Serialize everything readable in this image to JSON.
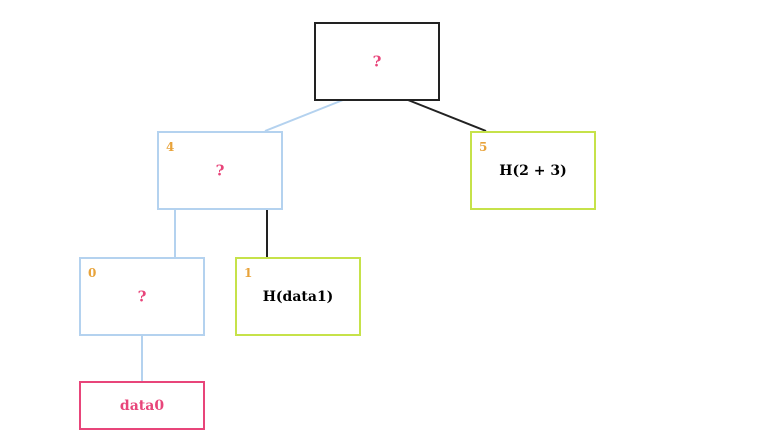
{
  "colors": {
    "index": "#e8a33a",
    "unknown": "#e8457a",
    "known": "#000000",
    "border_root": "#222222",
    "border_blue": "#b4d2ef",
    "border_green": "#c6e24a",
    "border_pink": "#e8457a",
    "edge_dark": "#222222",
    "edge_blue": "#b4d2ef"
  },
  "nodes": {
    "root": {
      "label": "?"
    },
    "n4": {
      "index": "4",
      "label": "?"
    },
    "n5": {
      "index": "5",
      "label": "H(2 + 3)"
    },
    "n0": {
      "index": "0",
      "label": "?"
    },
    "n1": {
      "index": "1",
      "label": "H(data1)"
    },
    "leaf": {
      "label": "data0"
    }
  }
}
